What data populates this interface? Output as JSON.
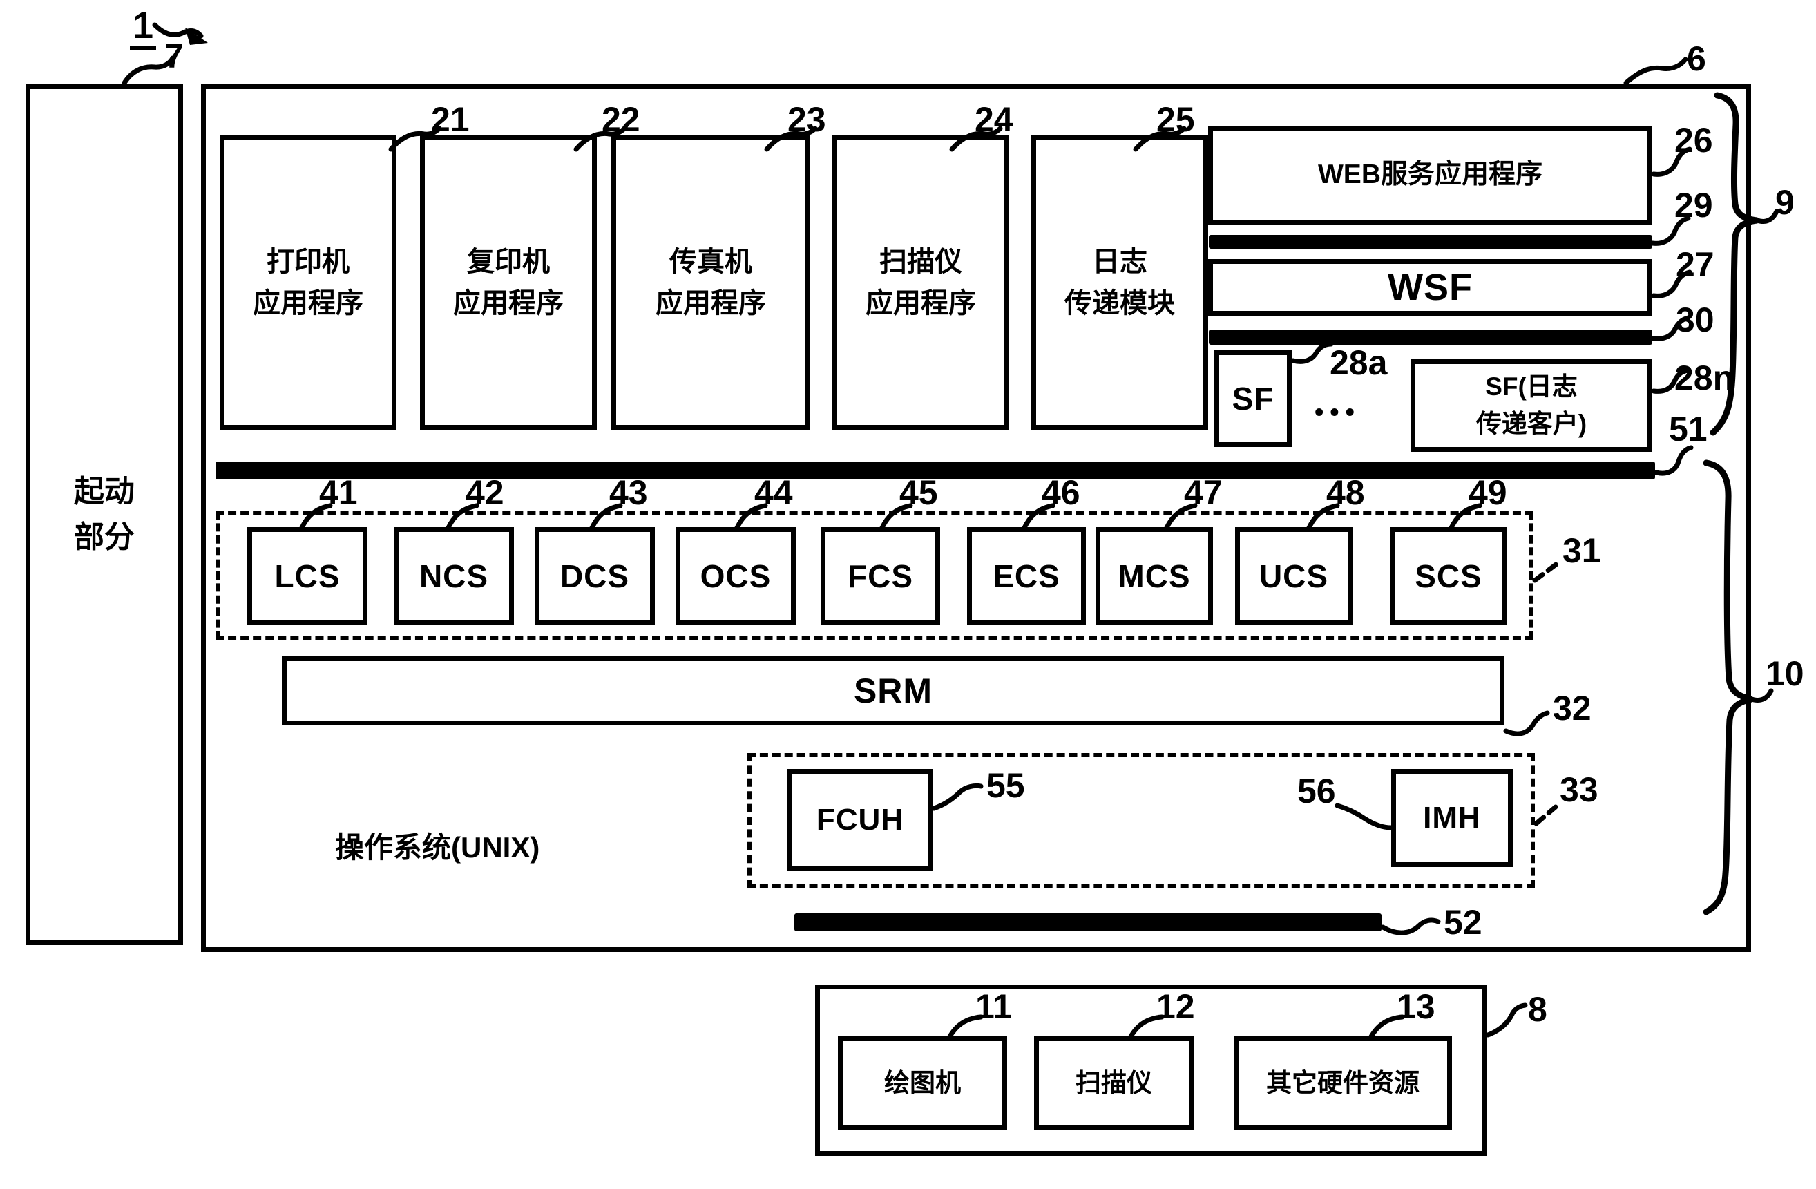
{
  "figure_ref": "1",
  "startup": {
    "ref": "7",
    "line1": "起动",
    "line2": "部分"
  },
  "controller_ref": "6",
  "apps": [
    {
      "ref": "21",
      "line1": "打印机",
      "line2": "应用程序"
    },
    {
      "ref": "22",
      "line1": "复印机",
      "line2": "应用程序"
    },
    {
      "ref": "23",
      "line1": "传真机",
      "line2": "应用程序"
    },
    {
      "ref": "24",
      "line1": "扫描仪",
      "line2": "应用程序"
    },
    {
      "ref": "25",
      "line1": "日志",
      "line2": "传递模块"
    }
  ],
  "web_stack": {
    "bracket_ref": "9",
    "web_app": {
      "ref": "26",
      "label": "WEB服务应用程序"
    },
    "api_bar_top_ref": "29",
    "wsf": {
      "ref": "27",
      "label": "WSF"
    },
    "api_bar_bottom_ref": "30",
    "sf": {
      "ref": "28a",
      "label": "SF"
    },
    "dots": "•••",
    "sf_log": {
      "ref": "28n",
      "line1": "SF(日志",
      "line2": "传递客户)"
    }
  },
  "api_bar_51_ref": "51",
  "services": {
    "ref": "31",
    "items": [
      {
        "ref": "41",
        "label": "LCS"
      },
      {
        "ref": "42",
        "label": "NCS"
      },
      {
        "ref": "43",
        "label": "DCS"
      },
      {
        "ref": "44",
        "label": "OCS"
      },
      {
        "ref": "45",
        "label": "FCS"
      },
      {
        "ref": "46",
        "label": "ECS"
      },
      {
        "ref": "47",
        "label": "MCS"
      },
      {
        "ref": "48",
        "label": "UCS"
      },
      {
        "ref": "49",
        "label": "SCS"
      }
    ]
  },
  "srm": {
    "ref": "32",
    "label": "SRM"
  },
  "os_label": "操作系统(UNIX)",
  "handlers": {
    "ref": "33",
    "fcuh": {
      "ref": "55",
      "label": "FCUH"
    },
    "imh": {
      "ref": "56",
      "label": "IMH"
    }
  },
  "engine_bar_52_ref": "52",
  "platform_ref": "10",
  "hardware": {
    "ref": "8",
    "items": [
      {
        "ref": "11",
        "label": "绘图机"
      },
      {
        "ref": "12",
        "label": "扫描仪"
      },
      {
        "ref": "13",
        "label": "其它硬件资源"
      }
    ]
  },
  "colors": {
    "ink": "#000000",
    "paper": "#ffffff"
  }
}
